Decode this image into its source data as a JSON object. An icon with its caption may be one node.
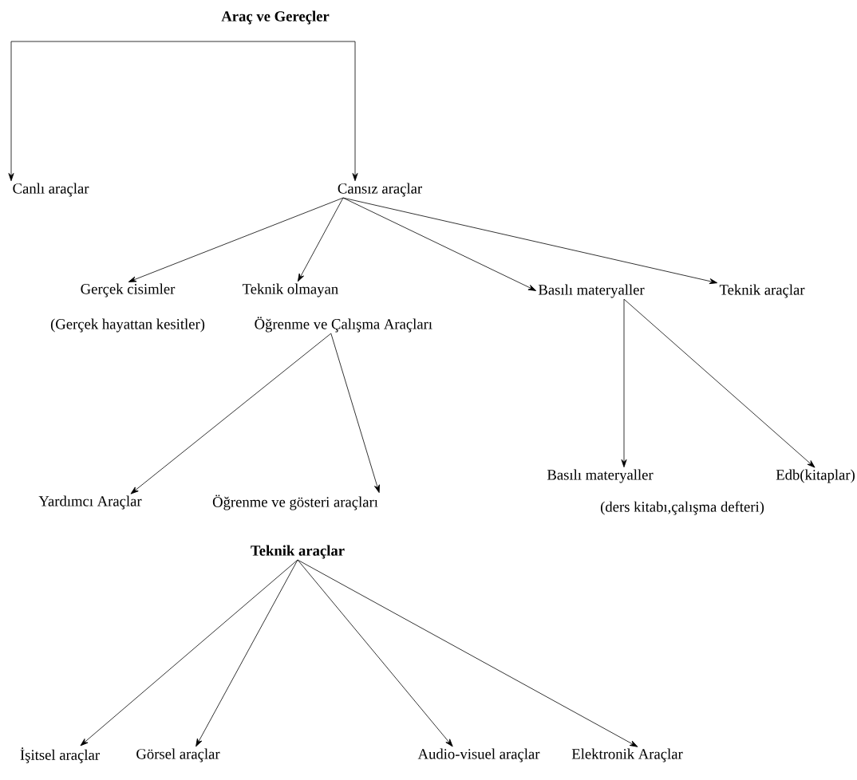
{
  "diagram": {
    "nodes": [
      {
        "text": [
          "Araç ve Gereçler"
        ]
      },
      {
        "text": [
          "Canlı araçlar"
        ]
      },
      {
        "text": [
          "Cansız araçlar"
        ]
      },
      {
        "text": [
          "Gerçek cisimler",
          "(Gerçek hayattan kesitler)"
        ]
      },
      {
        "text": [
          "Teknik olmayan",
          "Öğrenme ve Çalışma Araçları"
        ]
      },
      {
        "text": [
          "Basılı materyaller"
        ]
      },
      {
        "text": [
          "Teknik araçlar"
        ]
      },
      {
        "text": [
          "Yardımcı Araçlar"
        ]
      },
      {
        "text": [
          "Öğrenme ve gösteri araçları"
        ]
      },
      {
        "text": [
          "Basılı materyaller"
        ],
        "beside": [
          "(ders kitabı,çalışma defteri)"
        ]
      },
      {
        "text": [
          "Edb(kitaplar)"
        ]
      },
      {
        "text": [
          "Teknik araçlar"
        ]
      },
      {
        "text": [
          "İşitsel araçlar"
        ]
      },
      {
        "text": [
          "Görsel araçlar"
        ]
      },
      {
        "text": [
          "Audio-visuel araçlar"
        ]
      },
      {
        "text": [
          "Elektronik Araçlar"
        ]
      }
    ],
    "edges": [
      {
        "from": 0,
        "to": 1,
        "arrow": "to"
      },
      {
        "from": 0,
        "to": 2,
        "arrow": "to"
      },
      {
        "from": 2,
        "to": 3,
        "arrow": "to"
      },
      {
        "from": 2,
        "to": 4,
        "arrow": "to"
      },
      {
        "from": 2,
        "to": 5,
        "arrow": "to"
      },
      {
        "from": 2,
        "to": 6,
        "arrow": "to"
      },
      {
        "from": 4,
        "to": 7,
        "arrow": "to"
      },
      {
        "from": 4,
        "to": 8,
        "arrow": "to"
      },
      {
        "from": 5,
        "to": 9,
        "arrow": "to"
      },
      {
        "from": 5,
        "to": 10,
        "arrow": "to"
      },
      {
        "from": 11,
        "to": 12,
        "arrow": "to"
      },
      {
        "from": 11,
        "to": 13,
        "arrow": "to"
      },
      {
        "from": 11,
        "to": 14,
        "arrow": "to"
      },
      {
        "from": 11,
        "to": 15,
        "arrow": "to"
      }
    ]
  }
}
